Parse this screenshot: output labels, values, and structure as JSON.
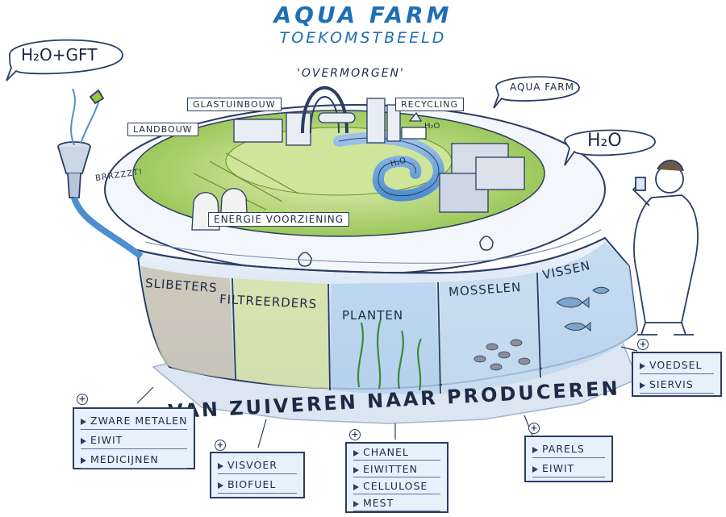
{
  "title": "AQUA FARM",
  "subtitle": "TOEKOMSTBEELD",
  "bubbles": {
    "input": "H₂O+GFT",
    "aquafarm": "AQUA FARM",
    "output": "H₂O"
  },
  "sound": "BRRZZZT!",
  "platform_labels": {
    "overmorgen": "'OVERMORGEN'",
    "glastuinbouw": "GLASTUINBOUW",
    "landbouw": "LANDBOUW",
    "recycling": "RECYCLING",
    "energie": "ENERGIE VOORZIENING",
    "h2o_small": "H₂O",
    "h2o_channel": "H₂O"
  },
  "tanks": [
    "SLIBETERS",
    "FILTREERDERS",
    "PLANTEN",
    "MOSSELEN",
    "VISSEN"
  ],
  "banner": "VAN ZUIVEREN NAAR PRODUCEREN",
  "product_boxes": [
    {
      "items": [
        "ZWARE METALEN",
        "EIWIT",
        "MEDICIJNEN"
      ]
    },
    {
      "items": [
        "VISVOER",
        "BIOFUEL"
      ]
    },
    {
      "items": [
        "CHANEL",
        "EIWITTEN",
        "CELLULOSE",
        "MEST"
      ]
    },
    {
      "items": [
        "PARELS",
        "EIWIT"
      ]
    },
    {
      "items": [
        "VOEDSEL",
        "SIERVIS"
      ]
    }
  ],
  "plus_symbol": "+",
  "colors": {
    "title_blue": "#1f6fb5",
    "water_blue": "#4e8fd0",
    "platform_green": "#b9d77a",
    "box_fill": "#e6f1fb",
    "outline": "#2b3d63"
  }
}
